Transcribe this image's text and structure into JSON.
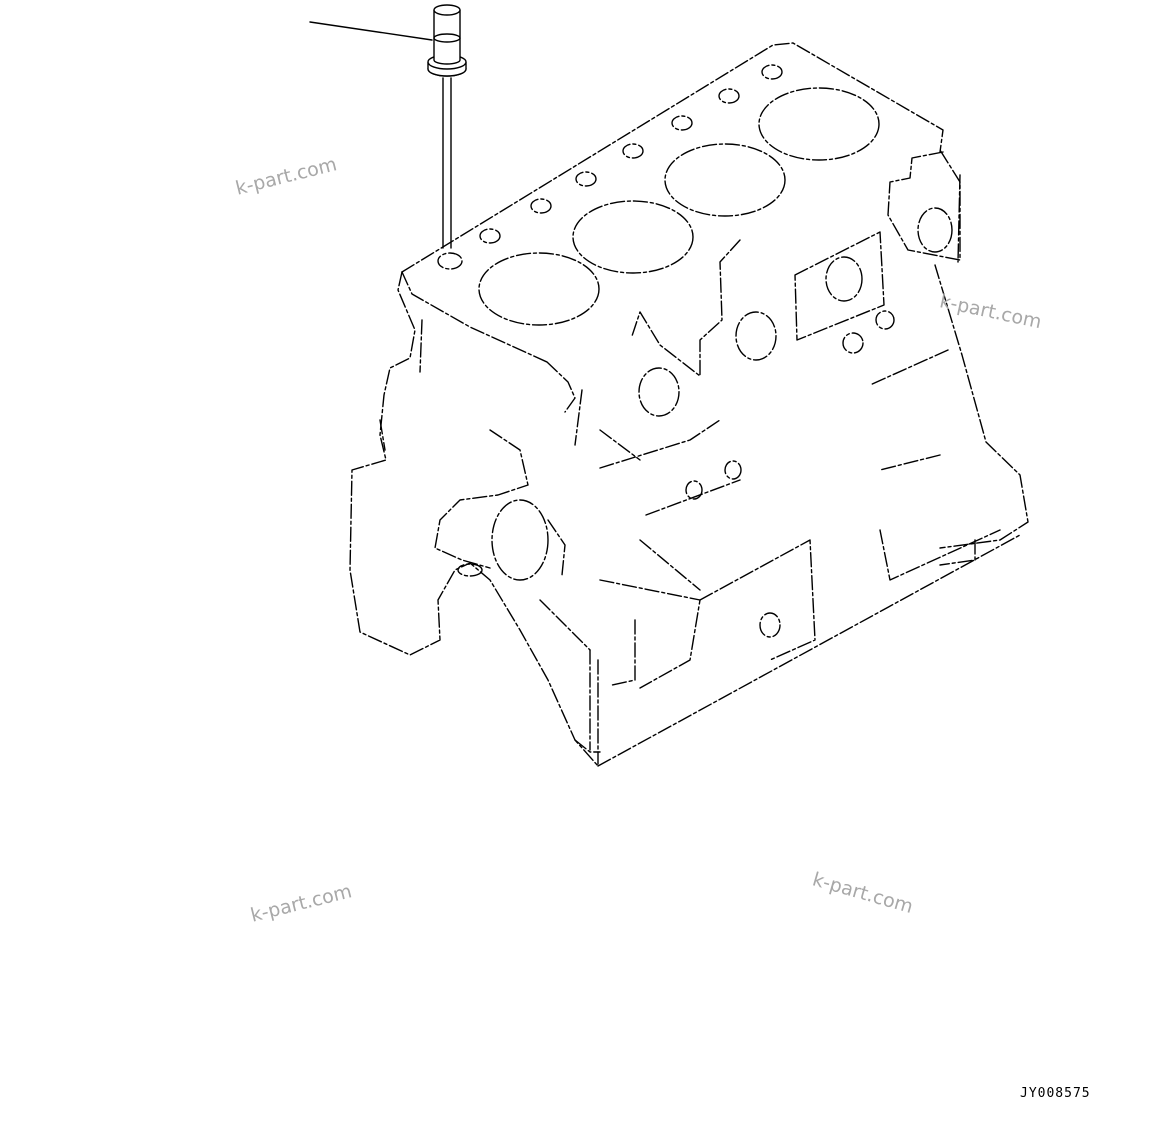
{
  "watermarks": [
    "k-part.com",
    "k-part.com",
    "k-part.com",
    "k-part.com"
  ],
  "drawing_ref": "JY008575",
  "part": {
    "name": "bolt",
    "icon": "flanged-bolt-icon"
  },
  "assembly": {
    "name": "engine cylinder block"
  }
}
